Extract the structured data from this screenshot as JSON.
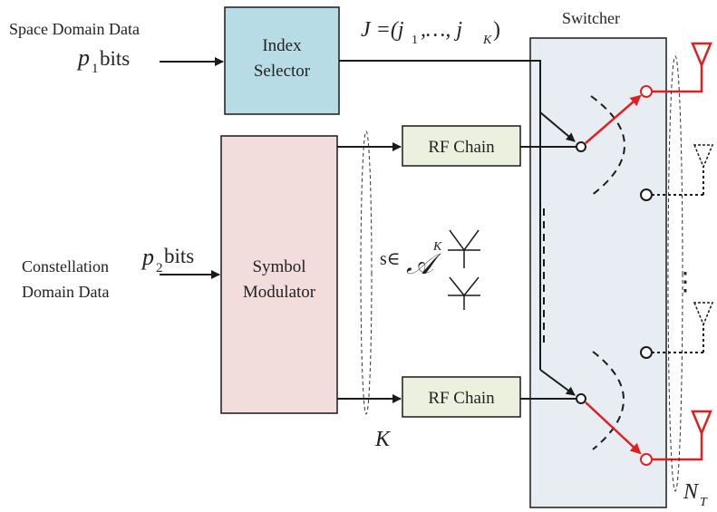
{
  "labels": {
    "space_domain": "Space Domain  Data",
    "p1": "p",
    "p1_sub": "1",
    "p1_bits": " bits",
    "constellation_line1": "Constellation",
    "constellation_line2": "Domain Data",
    "p2": "p",
    "p2_sub": "2",
    "p2_bits": " bits",
    "index_selector_line1": "Index",
    "index_selector_line2": "Selector",
    "symbol_mod_line1": "Symbol",
    "symbol_mod_line2": "Modulator",
    "rf_chain_top": "RF Chain",
    "rf_chain_bottom": "RF Chain",
    "switcher": "Switcher",
    "j_eq": "J =(j",
    "j_sub1": "1",
    "j_mid": ",…, j",
    "j_subk": "K",
    "j_close": ")",
    "s_in": "s∈",
    "alphabet": "𝒜",
    "k_sup": "K",
    "k_label": "K",
    "nt_label": "N",
    "nt_sub": "T",
    "vdots": "⋮"
  },
  "colors": {
    "index_selector_fill": "#b8dce6",
    "symbol_mod_fill": "#f2dcdc",
    "rf_chain_fill": "#ebf1de",
    "switcher_fill": "#e8edf3",
    "active_path": "#e02020",
    "wire": "#1a1a1a"
  },
  "icons": {
    "active_antenna": "antenna-icon",
    "inactive_antenna": "antenna-icon",
    "glyph": "figure-glyph-icon"
  }
}
